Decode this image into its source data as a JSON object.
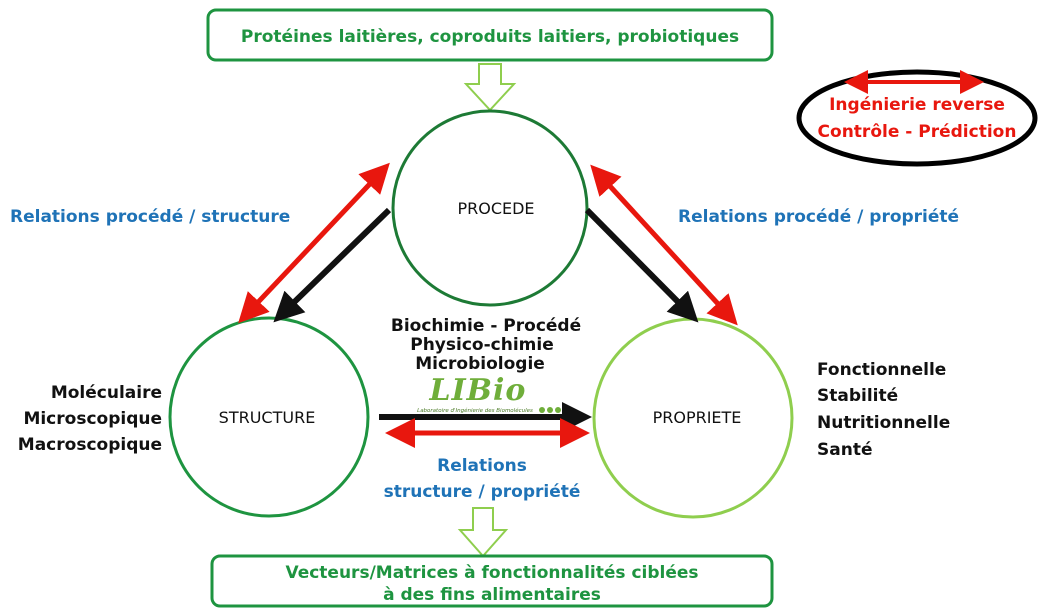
{
  "top_box": {
    "text": "Protéines laitières, coproduits laitiers, probiotiques"
  },
  "bottom_box": {
    "line1": "Vecteurs/Matrices à fonctionnalités ciblées",
    "line2": "à des fins alimentaires"
  },
  "legend": {
    "line1": "Ingénierie reverse",
    "line2": "Contrôle - Prédiction"
  },
  "circles": {
    "procede": "PROCEDE",
    "structure": "STRUCTURE",
    "propriete": "PROPRIETE"
  },
  "relations": {
    "procede_structure": "Relations procédé / structure",
    "procede_propriete": "Relations procédé / propriété",
    "structure_propriete_1": "Relations",
    "structure_propriete_2": "structure / propriété"
  },
  "structure_levels": [
    "Moléculaire",
    "Microscopique",
    "Macroscopique"
  ],
  "propriete_types": [
    "Fonctionnelle",
    "Stabilité",
    "Nutritionnelle",
    "Santé"
  ],
  "disciplines": [
    "Biochimie - Procédé",
    "Physico-chimie",
    "Microbiologie"
  ],
  "logo": {
    "text": "LIBio",
    "caption": "Laboratoire d'Ingénierie des Biomolécules"
  },
  "colors": {
    "box_green": "#1e9440",
    "circle_dark": "#1d7a35",
    "circle_light": "#8fce4e",
    "blue_text": "#1f73b7",
    "red": "#e8170e"
  }
}
